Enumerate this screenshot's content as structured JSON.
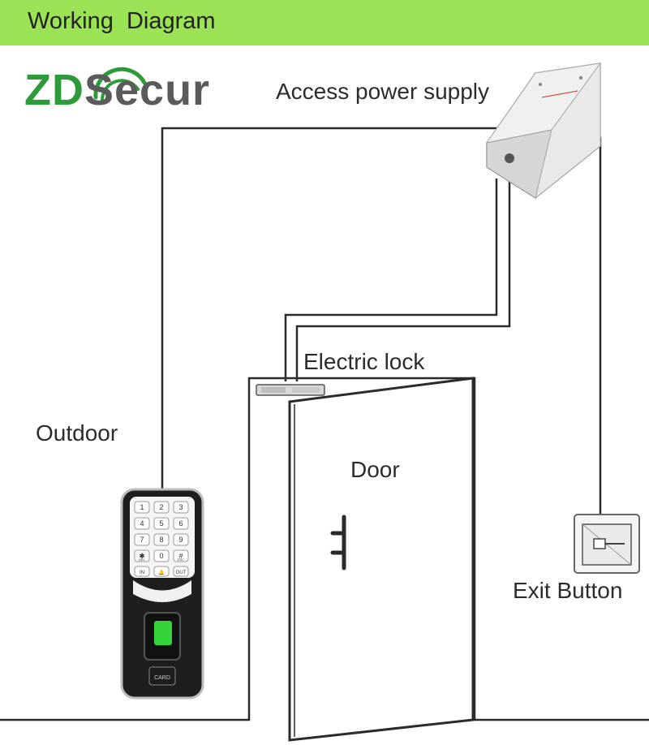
{
  "header": {
    "title": "Working  Diagram"
  },
  "logo": {
    "prefix": "ZD",
    "suffix": "Secur"
  },
  "labels": {
    "power_supply": "Access power supply",
    "electric_lock": "Electric lock",
    "outdoor": "Outdoor",
    "door": "Door",
    "exit_button": "Exit Button"
  },
  "power_supply_label": "Access power supply",
  "keypad": {
    "keys": [
      "1",
      "2",
      "3",
      "4",
      "5",
      "6",
      "7",
      "8",
      "9",
      "✱",
      "0",
      "#"
    ],
    "sub_labels": [
      "DEL",
      "ESC"
    ],
    "func_keys": [
      "IN",
      "🔔",
      "OUT"
    ],
    "card_label": "CARD"
  },
  "colors": {
    "header_bg": "#9be255",
    "logo_green": "#2e9b3a",
    "wire": "#2a2a2a",
    "fingerprint_sensor": "#34d33a"
  },
  "icons": [
    "power-supply-box-icon",
    "electric-lock-icon",
    "fingerprint-reader-icon",
    "door-handle-icon",
    "exit-button-icon"
  ]
}
